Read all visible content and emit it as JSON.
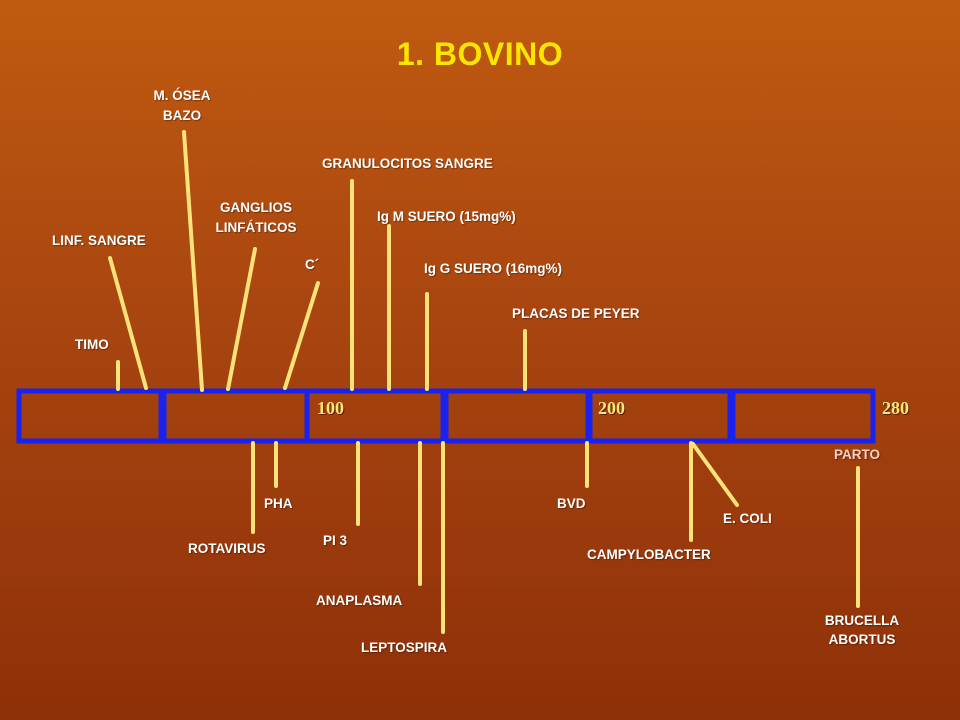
{
  "title": "1. BOVINO",
  "axis_ticks": [
    "100",
    "200",
    "280"
  ],
  "colors": {
    "title": "#ffe600",
    "bar_border": "#1a22ee",
    "line": "#ffe27a",
    "label": "#ffffff",
    "parto": "#ffd0c0",
    "background_top": "#c05a10",
    "background_bottom": "#8e3008"
  },
  "upper_labels": {
    "timo": "TIMO",
    "linf_sangre": "LINF. SANGRE",
    "m_osea": "M. ÓSEA",
    "bazo": "BAZO",
    "ganglios": "GANGLIOS",
    "linfaticos": "LINFÁTICOS",
    "c": "C´",
    "granulocitos": "GRANULOCITOS SANGRE",
    "igm": "Ig M SUERO (15mg%)",
    "igg": "Ig G SUERO (16mg%)",
    "peyer": "PLACAS DE PEYER"
  },
  "lower_labels": {
    "pha": "PHA",
    "rotavirus": "ROTAVIRUS",
    "pi3": "PI 3",
    "anaplasma": "ANAPLASMA",
    "leptospira": "LEPTOSPIRA",
    "bvd": "BVD",
    "campylobacter": "CAMPYLOBACTER",
    "e_coli": "E. COLI",
    "parto": "PARTO",
    "brucella": "BRUCELLA",
    "abortus": "ABORTUS"
  }
}
